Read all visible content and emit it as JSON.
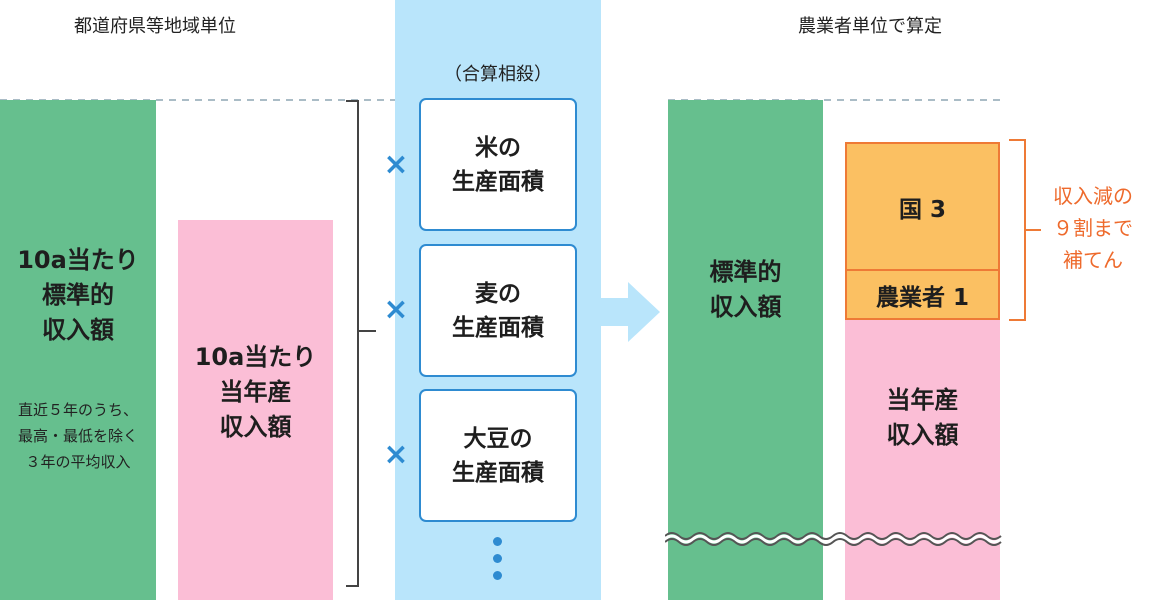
{
  "headings": {
    "left": "都道府県等地域単位",
    "right": "農業者単位で算定",
    "combined": "（合算相殺）"
  },
  "left_section": {
    "standard_bar": {
      "title": "10a当たり\n標準的\n収入額",
      "note": "直近５年のうち、\n最高・最低を除く\n３年の平均収入"
    },
    "current_bar": {
      "title": "10a当たり\n当年産\n収入額"
    }
  },
  "crops": [
    {
      "multiply": "×",
      "label": "米の\n生産面積"
    },
    {
      "multiply": "×",
      "label": "麦の\n生産面積"
    },
    {
      "multiply": "×",
      "label": "大豆の\n生産面積"
    }
  ],
  "right_section": {
    "standard_bar": {
      "title": "標準的\n収入額"
    },
    "gov_share": "国 3",
    "farmer_share": "農業者 1",
    "current_bar": {
      "title": "当年産\n収入額"
    },
    "compensation_note": "収入減の\n９割まで\n補てん"
  },
  "colors": {
    "green": "#66bf8e",
    "pink": "#fbbed6",
    "light_blue": "#b9e5fb",
    "blue_accent": "#2e8bd1",
    "orange_fill": "#fbc062",
    "orange_accent": "#ee7a36"
  }
}
